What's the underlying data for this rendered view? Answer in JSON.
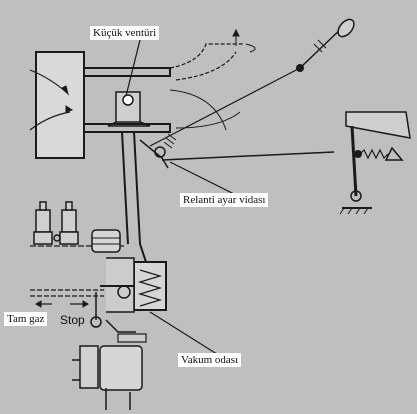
{
  "labels": {
    "kucuk_venturi": "Küçük ventüri",
    "relanti_ayar_vidasi": "Relanti ayar vidası",
    "tam_gaz": "Tam gaz",
    "stop": "Stop",
    "vakum_odasi": "Vakum odası"
  },
  "colors": {
    "background": "#bfbfbf",
    "ink": "#1a1a1a",
    "label_bg": "#ffffff"
  }
}
